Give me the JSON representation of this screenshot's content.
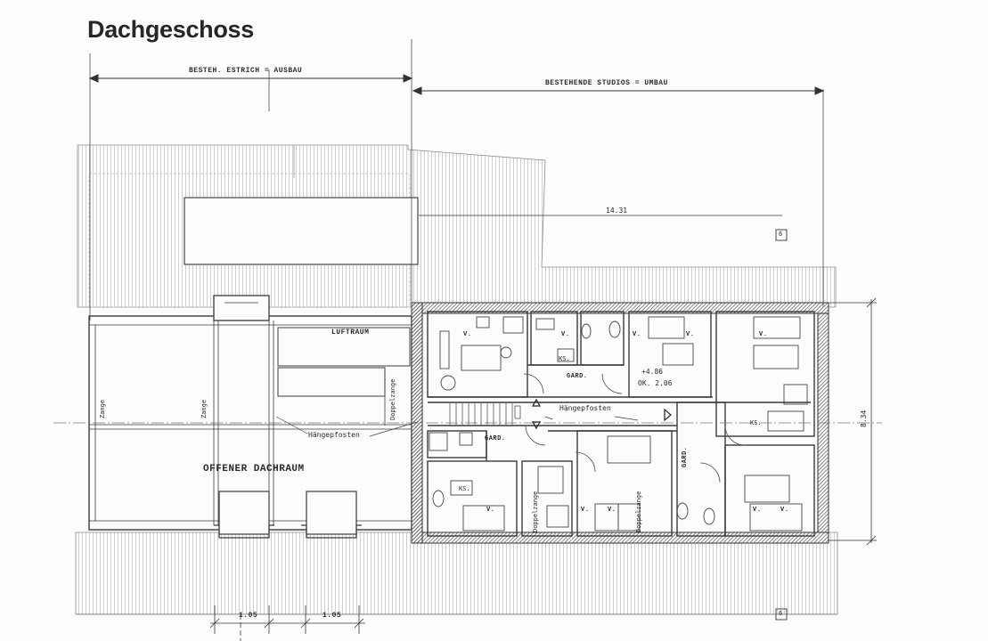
{
  "title": "Dachgeschoss",
  "labels": {
    "estrich": "BESTEH. ESTRICH = AUSBAU",
    "studios": "BESTEHENDE STUDIOS = UMBAU",
    "luftraum": "LUFTRAUM",
    "offener": "OFFENER DACHRAUM",
    "haengepfosten_left": "Hängepfosten",
    "haengepfosten_right": "Hängepfosten",
    "zange_1": "Zange",
    "zange_2": "Zange",
    "doppelzange_1": "Doppelzange",
    "doppelzange_2": "Doppelzange",
    "doppelzange_3": "Doppelzange",
    "gard_1": "GARD.",
    "gard_2": "GARD.",
    "gard_3": "GARD.",
    "ks_1": "KS.",
    "ks_2": "KS.",
    "ks_3": "KS.",
    "v_mark": "V.",
    "level": "+4.86",
    "level_ok": "OK. 2.06",
    "dim_1431": "14.31",
    "dim_834": "8.34",
    "dim_105_a": "1.05",
    "dim_105_b": "1.05",
    "marker_top": "6",
    "marker_bottom": "6"
  },
  "colors": {
    "line": "#3a3a3a",
    "hatch": "#b8b8b8",
    "wall": "#7a7a7a"
  }
}
